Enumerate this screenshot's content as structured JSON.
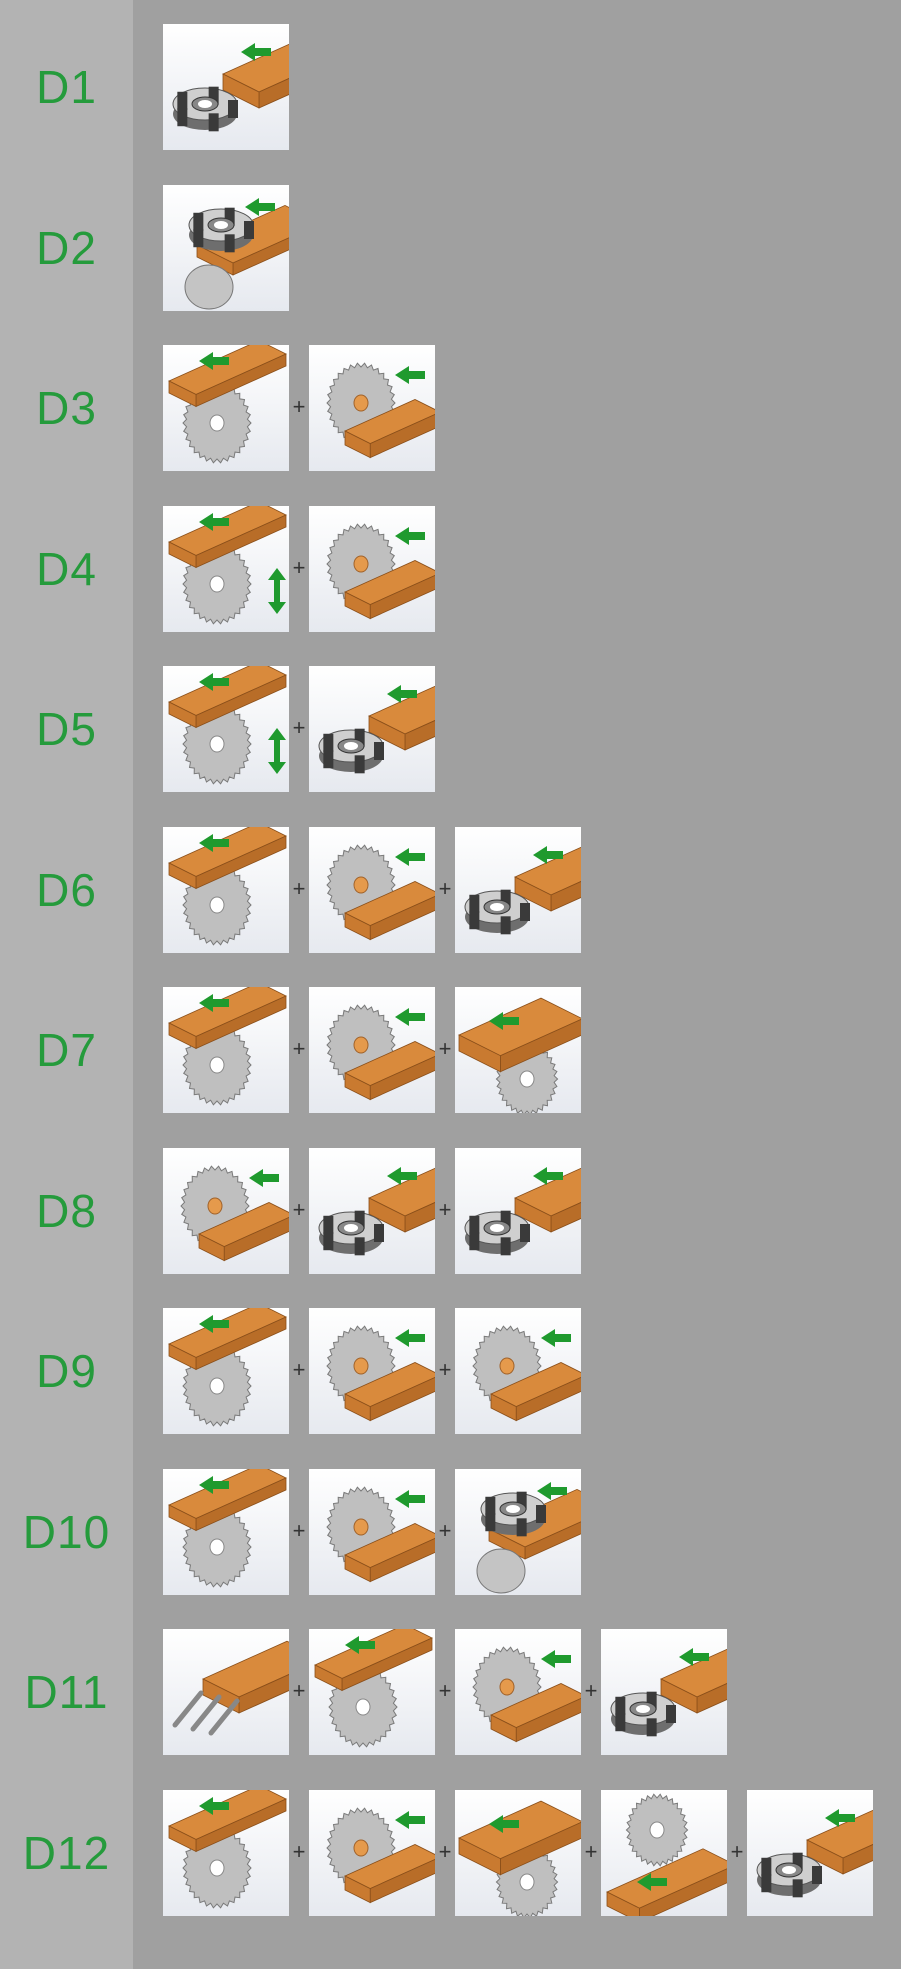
{
  "colors": {
    "label_column": "#b3b3b3",
    "background": "#a0a0a0",
    "label_text": "#259b3c",
    "wood": "#d98a3c",
    "arrow": "#1f9a2e",
    "steel": "#bfbfbf"
  },
  "combinator": "+",
  "rows": [
    {
      "label": "D1",
      "tiles": [
        "cutter-on-wood-edge-icon"
      ]
    },
    {
      "label": "D2",
      "tiles": [
        "cutter-above-wood-with-roller-icon"
      ]
    },
    {
      "label": "D3",
      "tiles": [
        "saw-below-board-icon",
        "saw-side-groove-icon"
      ]
    },
    {
      "label": "D4",
      "tiles": [
        "saw-below-board-vertical-adjust-icon",
        "saw-side-groove-icon"
      ]
    },
    {
      "label": "D5",
      "tiles": [
        "saw-below-board-vertical-adjust-icon",
        "cutter-on-wood-edge-icon"
      ]
    },
    {
      "label": "D6",
      "tiles": [
        "saw-below-board-icon",
        "saw-side-groove-icon",
        "cutter-on-wood-edge-icon"
      ]
    },
    {
      "label": "D7",
      "tiles": [
        "saw-below-board-icon",
        "saw-side-groove-icon",
        "saw-under-block-icon"
      ]
    },
    {
      "label": "D8",
      "tiles": [
        "saw-side-groove-icon",
        "cutter-on-wood-edge-icon",
        "cutter-on-wood-edge-icon"
      ]
    },
    {
      "label": "D9",
      "tiles": [
        "saw-below-board-icon",
        "saw-side-groove-icon",
        "saw-side-groove-icon"
      ]
    },
    {
      "label": "D10",
      "tiles": [
        "saw-below-board-icon",
        "saw-side-groove-icon",
        "cutter-above-wood-with-roller-icon"
      ]
    },
    {
      "label": "D11",
      "tiles": [
        "dowel-board-icon",
        "saw-below-board-icon",
        "saw-side-groove-icon",
        "cutter-on-wood-edge-icon"
      ]
    },
    {
      "label": "D12",
      "tiles": [
        "saw-below-board-icon",
        "saw-side-groove-icon",
        "saw-under-block-icon",
        "saw-above-lower-board-icon",
        "cutter-on-wood-edge-icon"
      ]
    }
  ]
}
